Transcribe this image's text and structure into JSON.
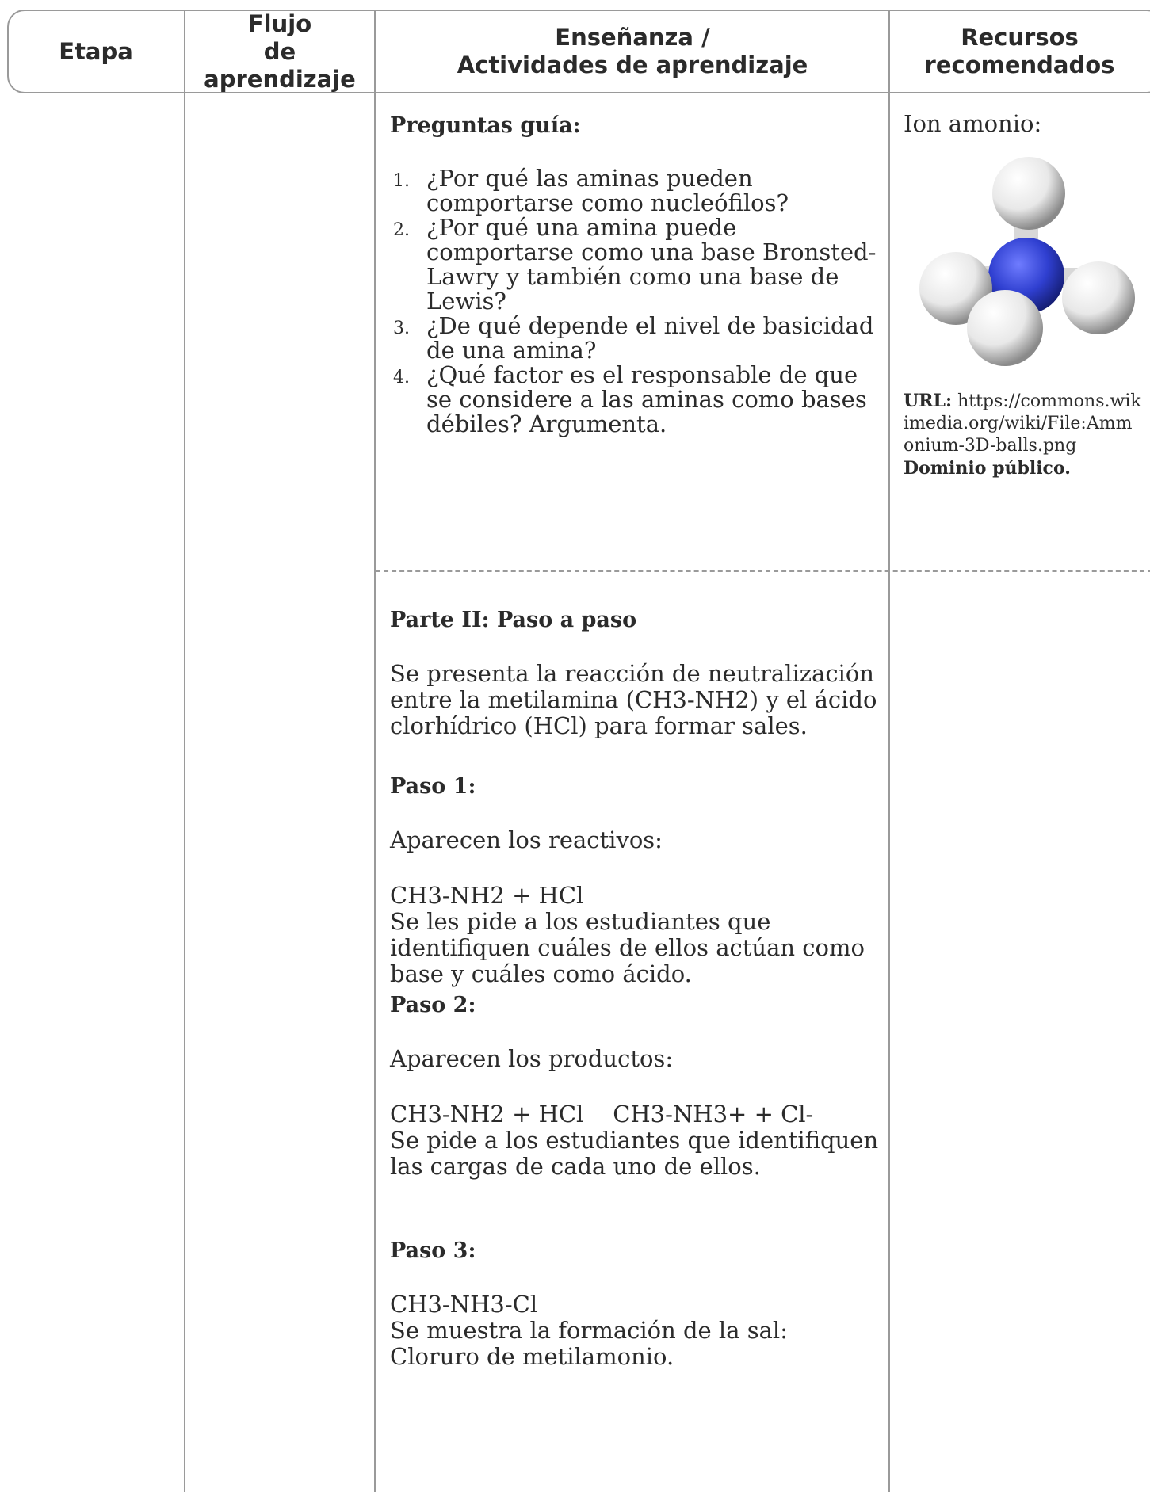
{
  "header": {
    "etapa": "Etapa",
    "flujo_line1": "Flujo",
    "flujo_line2": "de aprendizaje",
    "ensenanza_line1": "Enseñanza /",
    "ensenanza_line2": "Actividades de aprendizaje",
    "recursos_line1": "Recursos",
    "recursos_line2": "recomendados"
  },
  "guide": {
    "title": "Preguntas guía:",
    "items": [
      {
        "num": "1.",
        "text": "¿Por qué las aminas pueden comportarse como nucleófilos?"
      },
      {
        "num": "2.",
        "text": "¿Por qué una amina puede comportarse como una base Bronsted-Lawry y también como una base de Lewis?"
      },
      {
        "num": "3.",
        "text": "¿De qué depende el nivel de basicidad de una amina?"
      },
      {
        "num": "4.",
        "text": "¿Qué factor es el responsable de que se considere a las aminas como bases débiles? Argumenta."
      }
    ]
  },
  "resource": {
    "label": "Ion amonio:",
    "image_icon": "ammonium-molecule-icon",
    "url_label": "URL:",
    "url_text": "https://commons.wikimedia.org/wiki/File:Ammonium-3D-balls.png",
    "license": "Dominio público.",
    "colors": {
      "nitrogen": "#2f3fd0",
      "hydrogen": "#f2f2f2"
    }
  },
  "part2": {
    "title": "Parte II: Paso a paso",
    "intro": "Se presenta la reacción de neutralización entre la metilamina (CH3-NH2) y el ácido clorhídrico (HCl) para formar sales.",
    "step1_title": "Paso 1:",
    "step1_text": "Aparecen los reactivos:",
    "step1_formula": "CH3-NH2 + HCl",
    "step1_note": "Se les pide a los estudiantes que identifiquen  cuáles de ellos actúan como base y cuáles como ácido.",
    "step2_title": "Paso 2:",
    "step2_text": "Aparecen los productos:",
    "step2_formula": "CH3-NH2 + HCl    CH3-NH3+ + Cl-",
    "step2_note": "Se pide a los estudiantes que identifiquen las cargas de cada uno de ellos.",
    "step3_title": "Paso 3:",
    "step3_formula": "CH3-NH3-Cl",
    "step3_note": "Se muestra la formación de la sal: Cloruro de metilamonio."
  },
  "colors": {
    "rule": "#9a9a9a",
    "text": "#2b2b2b"
  }
}
